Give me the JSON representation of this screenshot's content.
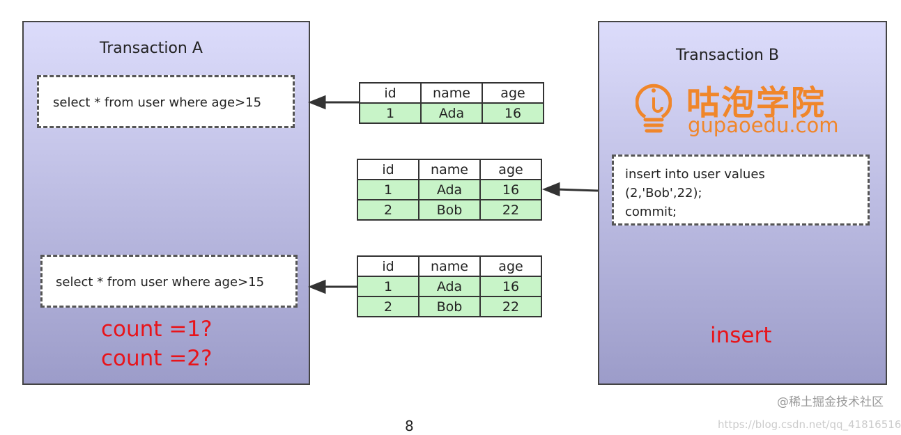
{
  "transaction_a": {
    "title": "Transaction A",
    "query1": "select * from user where age>15",
    "query2": "select * from user where age>15",
    "count1": "count =1?",
    "count2": "count =2?"
  },
  "transaction_b": {
    "title": "Transaction B",
    "logo_cn": "咕泡学院",
    "logo_en": "gupaoedu.com",
    "sql": [
      "insert into user values",
      "(2,'Bob',22);",
      "commit;"
    ],
    "label": "insert"
  },
  "tables": [
    {
      "headers": [
        "id",
        "name",
        "age"
      ],
      "rows": [
        [
          "1",
          "Ada",
          "16"
        ]
      ]
    },
    {
      "headers": [
        "id",
        "name",
        "age"
      ],
      "rows": [
        [
          "1",
          "Ada",
          "16"
        ],
        [
          "2",
          "Bob",
          "22"
        ]
      ]
    },
    {
      "headers": [
        "id",
        "name",
        "age"
      ],
      "rows": [
        [
          "1",
          "Ada",
          "16"
        ],
        [
          "2",
          "Bob",
          "22"
        ]
      ]
    }
  ],
  "page_number": "8",
  "watermark": {
    "line1": "@稀土掘金技术社区",
    "line2": "https://blog.csdn.net/qq_41816516"
  },
  "colors": {
    "accent_red": "#e8141a",
    "logo_orange": "#f0862a",
    "row_green": "#c8f4c8"
  }
}
